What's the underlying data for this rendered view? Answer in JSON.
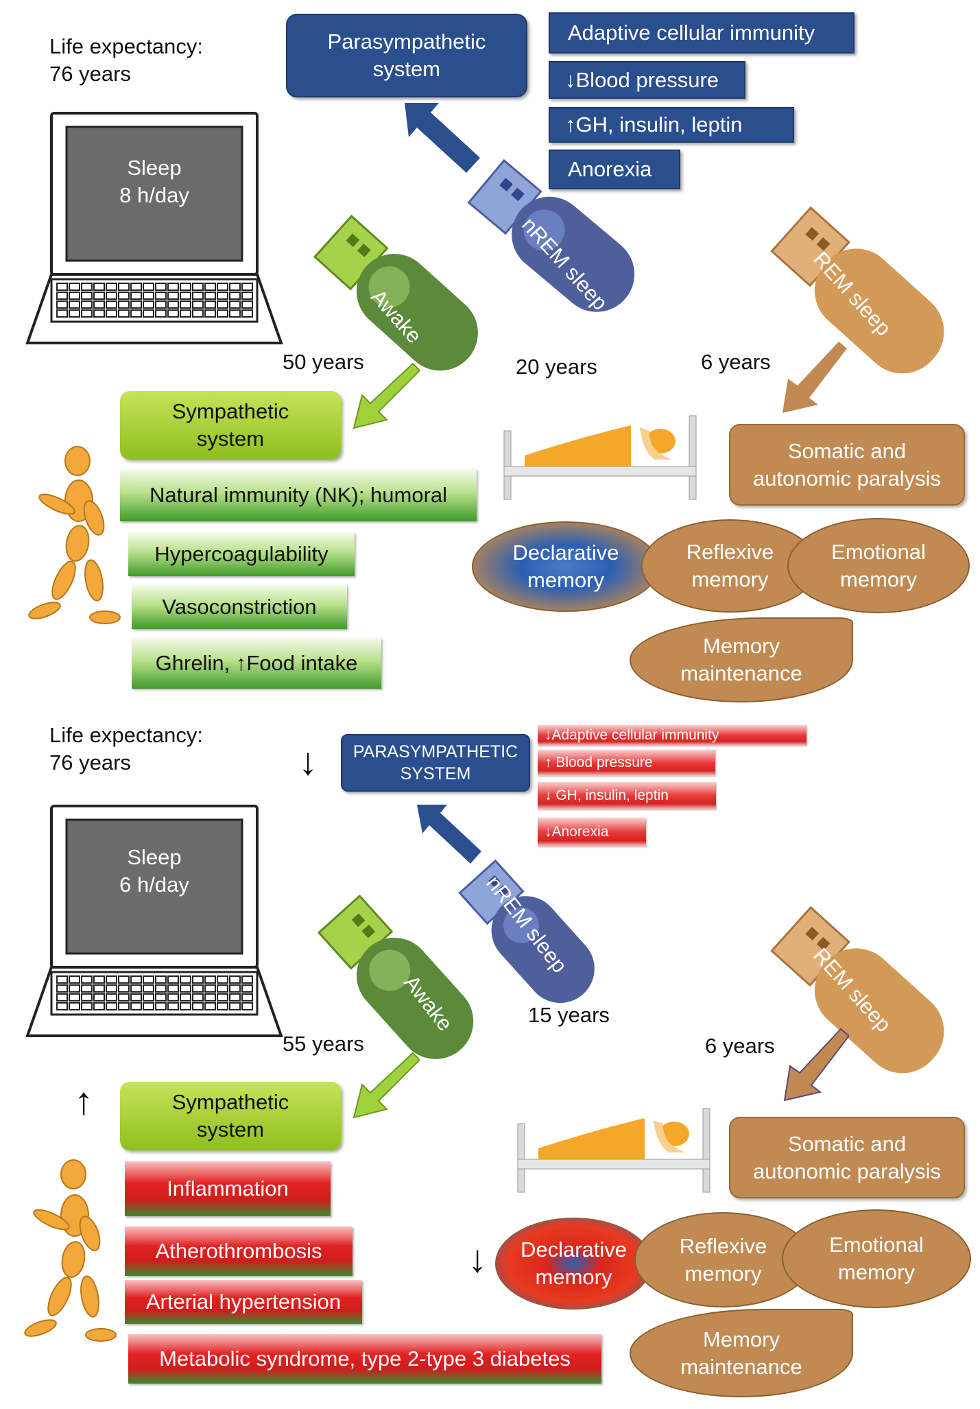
{
  "top": {
    "life_expectancy": [
      "Life expectancy:",
      "76 years"
    ],
    "sleep": [
      "Sleep",
      "8 h/day"
    ],
    "parasympathetic": [
      "Parasympathetic",
      "system"
    ],
    "effects": [
      "Adaptive cellular immunity",
      "↓Blood pressure",
      "↑GH, insulin, leptin",
      "Anorexia"
    ],
    "awake_label": "Awake",
    "nrem_label": "nREM sleep",
    "rem_label": "REM sleep",
    "awake_years": "50 years",
    "nrem_years": "20 years",
    "rem_years": "6 years",
    "sympathetic": [
      "Sympathetic",
      "system"
    ],
    "awake_effects": [
      "Natural immunity (NK); humoral",
      "Hypercoagulability",
      "Vasoconstriction",
      "Ghrelin, ↑Food intake"
    ],
    "paralysis": [
      "Somatic and",
      "autonomic paralysis"
    ],
    "memories": {
      "declarative": [
        "Declarative",
        "memory"
      ],
      "reflexive": [
        "Reflexive",
        "memory"
      ],
      "emotional": [
        "Emotional",
        "memory"
      ],
      "maintenance": [
        "Memory",
        "maintenance"
      ]
    }
  },
  "bottom": {
    "life_expectancy": [
      "Life expectancy:",
      "76 years"
    ],
    "sleep": [
      "Sleep",
      "6 h/day"
    ],
    "down_arrow": "↓",
    "parasympathetic": [
      "PARASYMPATHETIC",
      "SYSTEM"
    ],
    "effects": [
      "↓Adaptive cellular immunity",
      "↑ Blood pressure",
      "↓ GH, insulin, leptin",
      "↓Anorexia"
    ],
    "awake_label": "Awake",
    "nrem_label": "nREM sleep",
    "rem_label": "REM sleep",
    "awake_years": "55 years",
    "nrem_years": "15 years",
    "rem_years": "6 years",
    "up_arrow": "↑",
    "sympathetic": [
      "Sympathetic",
      "system"
    ],
    "awake_effects": [
      "Inflammation",
      "Atherothrombosis",
      "Arterial hypertension",
      "Metabolic syndrome, type 2-type 3 diabetes"
    ],
    "paralysis": [
      "Somatic and",
      "autonomic paralysis"
    ],
    "memory_down_arrow": "↓",
    "memories": {
      "declarative": [
        "Declarative",
        "memory"
      ],
      "reflexive": [
        "Reflexive",
        "memory"
      ],
      "emotional": [
        "Emotional",
        "memory"
      ],
      "maintenance": [
        "Memory",
        "maintenance"
      ]
    }
  },
  "colors": {
    "blue": "#2b4f8e",
    "green": "#8fbf1d",
    "brown": "#c08a52",
    "red": "#e22222",
    "orange_figure": "#f2a83a"
  }
}
